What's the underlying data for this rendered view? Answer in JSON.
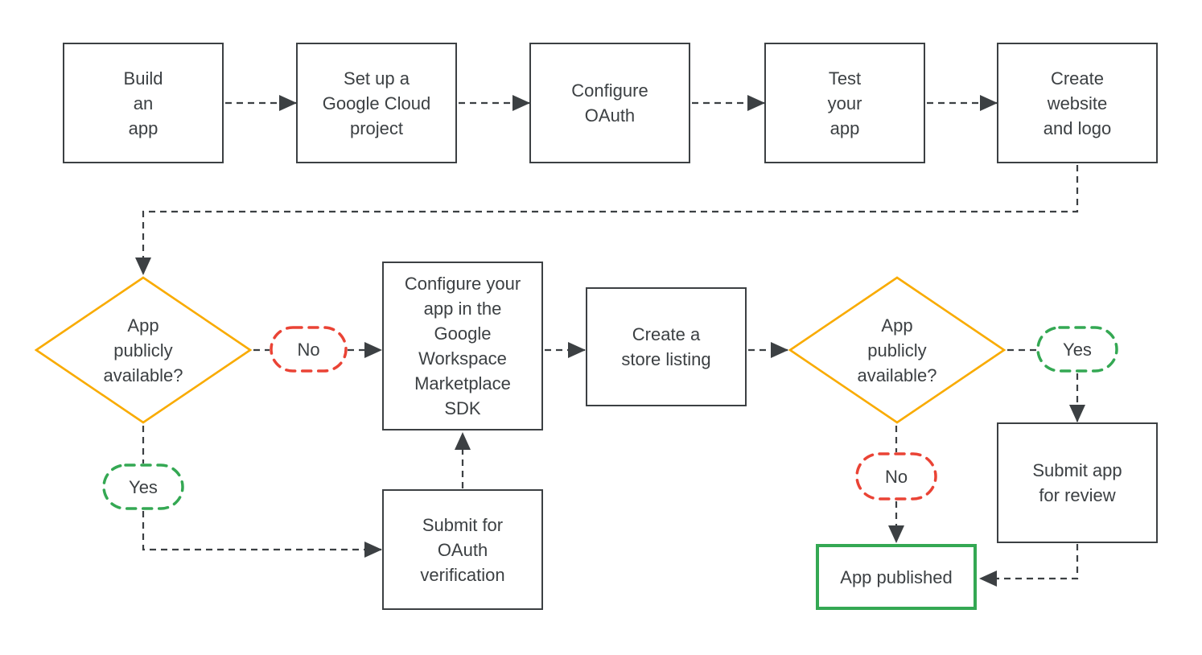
{
  "diagram": {
    "type": "flowchart",
    "nodes": {
      "build_app": {
        "shape": "rect",
        "label": "Build\nan\napp"
      },
      "setup_project": {
        "shape": "rect",
        "label": "Set up a\nGoogle Cloud\nproject"
      },
      "configure_oauth": {
        "shape": "rect",
        "label": "Configure\nOAuth"
      },
      "test_app": {
        "shape": "rect",
        "label": "Test\nyour\napp"
      },
      "create_website": {
        "shape": "rect",
        "label": "Create\nwebsite\nand logo"
      },
      "decision1": {
        "shape": "diamond",
        "label": "App\npublicly\navailable?"
      },
      "no1": {
        "shape": "oval",
        "label": "No"
      },
      "yes1": {
        "shape": "oval",
        "label": "Yes"
      },
      "configure_sdk": {
        "shape": "rect",
        "label": "Configure your\napp in the\nGoogle\nWorkspace\nMarketplace\nSDK"
      },
      "submit_oauth": {
        "shape": "rect",
        "label": "Submit for\nOAuth\nverification"
      },
      "store_listing": {
        "shape": "rect",
        "label": "Create a\nstore listing"
      },
      "decision2": {
        "shape": "diamond",
        "label": "App\npublicly\navailable?"
      },
      "yes2": {
        "shape": "oval",
        "label": "Yes"
      },
      "no2": {
        "shape": "oval",
        "label": "No"
      },
      "submit_review": {
        "shape": "rect",
        "label": "Submit app\nfor review"
      },
      "app_published": {
        "shape": "rect-green",
        "label": "App published"
      }
    },
    "edges": [
      "build_app -> setup_project",
      "setup_project -> configure_oauth",
      "configure_oauth -> test_app",
      "test_app -> create_website",
      "create_website -> decision1",
      "decision1 -no-> configure_sdk",
      "decision1 -yes-> submit_oauth",
      "submit_oauth -> configure_sdk",
      "configure_sdk -> store_listing",
      "store_listing -> decision2",
      "decision2 -yes-> submit_review",
      "decision2 -no-> app_published",
      "submit_review -> app_published"
    ],
    "colors": {
      "line": "#3c4043",
      "text": "#3c4043",
      "decision": "#f9ab00",
      "no": "#ea4335",
      "yes": "#34a853",
      "published": "#34a853",
      "background": "#ffffff"
    }
  }
}
